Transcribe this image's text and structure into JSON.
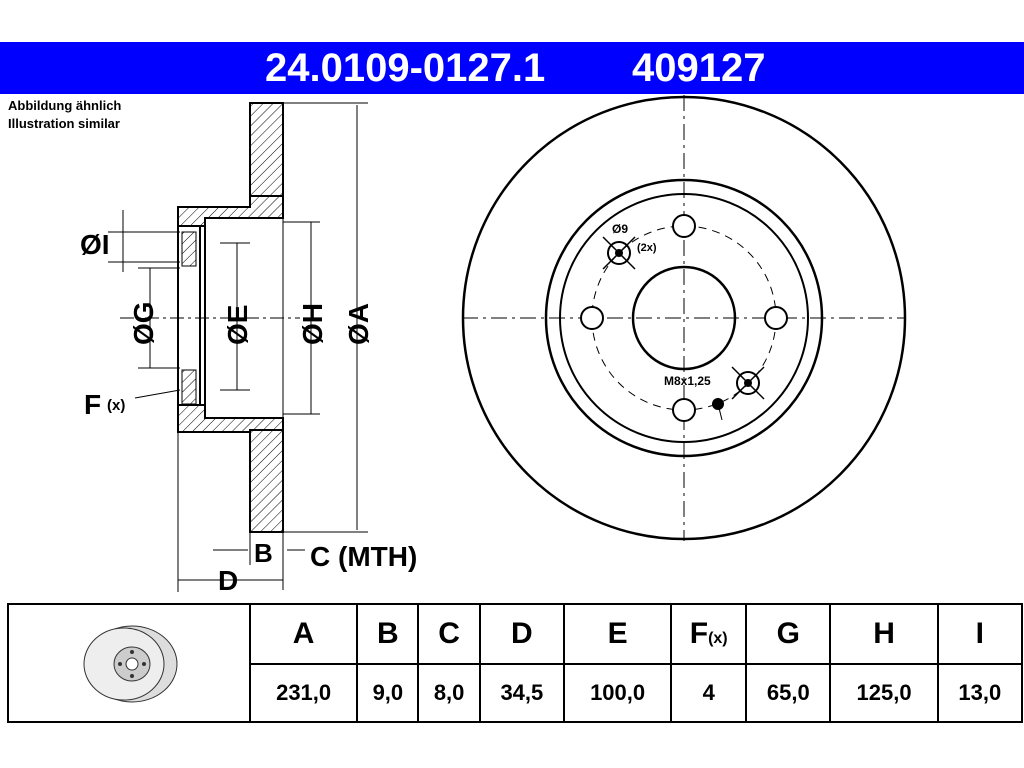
{
  "header": {
    "part_number": "24.0109-0127.1",
    "ref_number": "409127",
    "bg_color": "#0000ff"
  },
  "notes": {
    "line1": "Abbildung ähnlich",
    "line2": "Illustration similar"
  },
  "section_view": {
    "label_I": "ØI",
    "label_G": "ØG",
    "label_E": "ØE",
    "label_H": "ØH",
    "label_A": "ØA",
    "label_F": "F",
    "label_F_sub": "(x)",
    "label_B": "B",
    "label_C": "C (MTH)",
    "label_D": "D"
  },
  "front_view": {
    "hole_label": "Ø9",
    "hole_count": "(2x)",
    "thread_label": "M8x1,25"
  },
  "table": {
    "columns": [
      {
        "name": "A",
        "value": "231,0"
      },
      {
        "name": "B",
        "value": "9,0"
      },
      {
        "name": "C",
        "value": "8,0"
      },
      {
        "name": "D",
        "value": "34,5"
      },
      {
        "name": "E",
        "value": "100,0"
      },
      {
        "name": "F",
        "sub": "(x)",
        "value": "4"
      },
      {
        "name": "G",
        "value": "65,0"
      },
      {
        "name": "H",
        "value": "125,0"
      },
      {
        "name": "I",
        "value": "13,0"
      }
    ]
  }
}
